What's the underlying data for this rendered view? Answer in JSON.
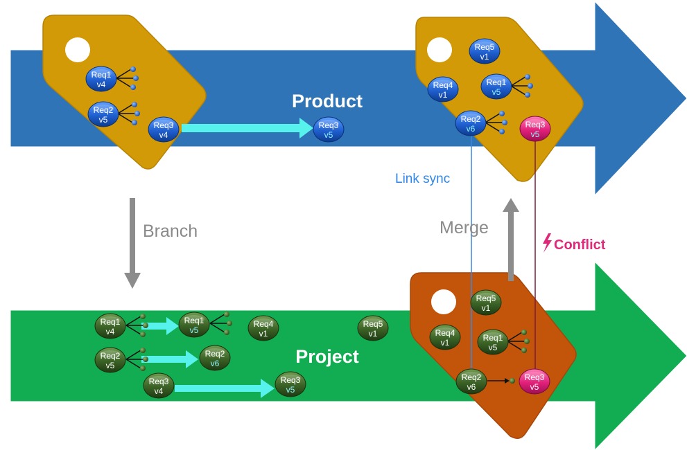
{
  "colors": {
    "product_lane": "#2f74b7",
    "project_lane": "#12ad52",
    "tag_gold": "#d29a06",
    "tag_orange": "#c2550a",
    "node_blue": "#1f66d9",
    "node_green": "#3c6528",
    "node_conflict": "#e4317f",
    "flow_arrow": "#58f2ec",
    "process_arrow": "#8c8c8c",
    "link_sync_line": "#3b87e0",
    "conflict_line": "#7a1c3c",
    "conflict_text": "#e0287a"
  },
  "labels": {
    "product": "Product",
    "project": "Project",
    "branch": "Branch",
    "merge": "Merge",
    "link_sync": "Link sync",
    "conflict": "Conflict",
    "conflict_icon": "lightning-bolt-icon"
  },
  "nodes": {
    "product_tag_req1_v4": {
      "name": "Req1",
      "version": "v4"
    },
    "product_tag_req2_v5": {
      "name": "Req2",
      "version": "v5"
    },
    "product_tag_req3_v4": {
      "name": "Req3",
      "version": "v4"
    },
    "product_req3_v5": {
      "name": "Req3",
      "version": "v5"
    },
    "merged_req5_v1": {
      "name": "Req5",
      "version": "v1"
    },
    "merged_req4_v1": {
      "name": "Req4",
      "version": "v1"
    },
    "merged_req1_v5": {
      "name": "Req1",
      "version": "v5"
    },
    "merged_req2_v6": {
      "name": "Req2",
      "version": "v6"
    },
    "merged_req3_v5": {
      "name": "Req3",
      "version": "v5"
    },
    "project_req1_v4": {
      "name": "Req1",
      "version": "v4"
    },
    "project_req1_v5": {
      "name": "Req1",
      "version": "v5"
    },
    "project_req2_v5": {
      "name": "Req2",
      "version": "v5"
    },
    "project_req2_v6": {
      "name": "Req2",
      "version": "v6"
    },
    "project_req3_v4": {
      "name": "Req3",
      "version": "v4"
    },
    "project_req3_v5": {
      "name": "Req3",
      "version": "v5"
    },
    "project_req4_v1": {
      "name": "Req4",
      "version": "v1"
    },
    "project_req5_v1": {
      "name": "Req5",
      "version": "v1"
    },
    "project_tag_req5_v1": {
      "name": "Req5",
      "version": "v1"
    },
    "project_tag_req4_v1": {
      "name": "Req4",
      "version": "v1"
    },
    "project_tag_req1_v5": {
      "name": "Req1",
      "version": "v5"
    },
    "project_tag_req2_v6": {
      "name": "Req2",
      "version": "v6"
    },
    "project_tag_req3_v5": {
      "name": "Req3",
      "version": "v5"
    }
  }
}
